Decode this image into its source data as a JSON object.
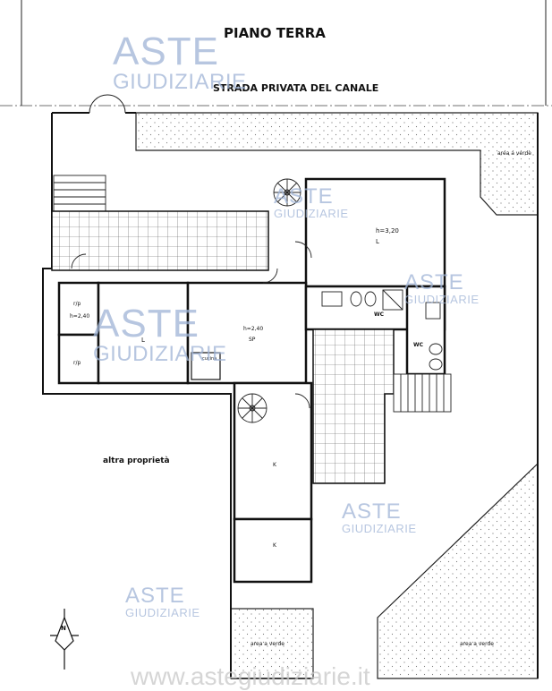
{
  "title": "PIANO TERRA",
  "street": "STRADA PRIVATA DEL CANALE",
  "watermark": {
    "brand": "ASTE",
    "sub": "GIUDIZIARIE",
    "site": "www.astegiudiziarie.it"
  },
  "north_label": "N",
  "labels": {
    "garden_top": "area a verde",
    "garden_bottom_left": "area a verde",
    "garden_bottom_right": "area a verde",
    "other_property": "altra proprietà",
    "room_right_height": "h=3,20",
    "room_right": "L",
    "wc1": "WC",
    "wc2": "WC",
    "storage1": "r/p",
    "storage1_height": "h=2,40",
    "storage2": "r/p",
    "room_left": "L",
    "room_center_height": "h=2,40",
    "room_center": "SP",
    "kitchenette": "cucina",
    "room_k1": "K",
    "room_k2": "K"
  }
}
